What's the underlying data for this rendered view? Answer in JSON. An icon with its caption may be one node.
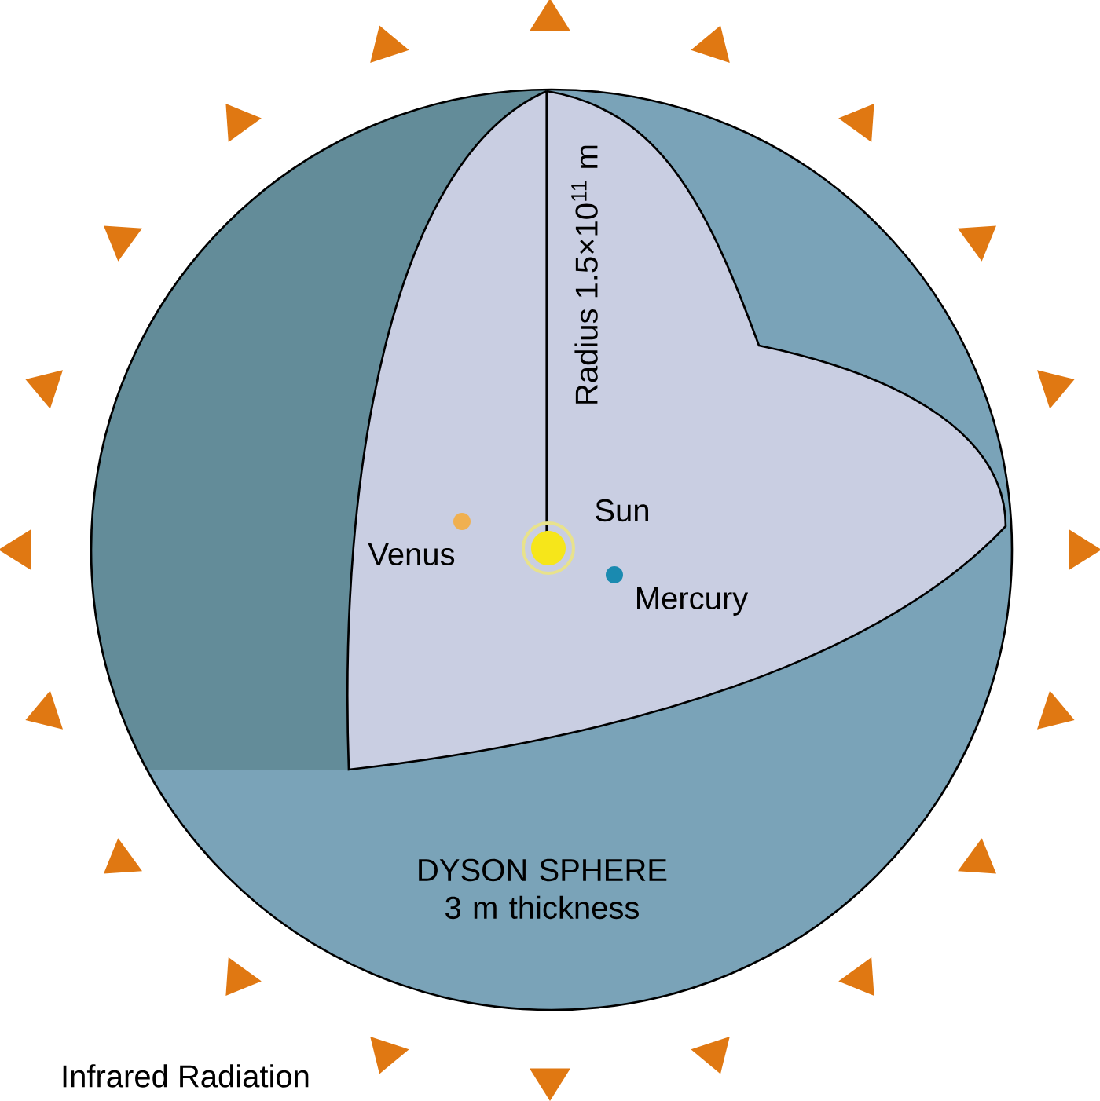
{
  "diagram": {
    "labels": [
      "Radius 1.5×10$^{11}$ m",
      "Sun",
      "Venus",
      "Mercury",
      "DYSON SPHERE 3 m thickness",
      "Infrared Radiation"
    ]
  }
}
